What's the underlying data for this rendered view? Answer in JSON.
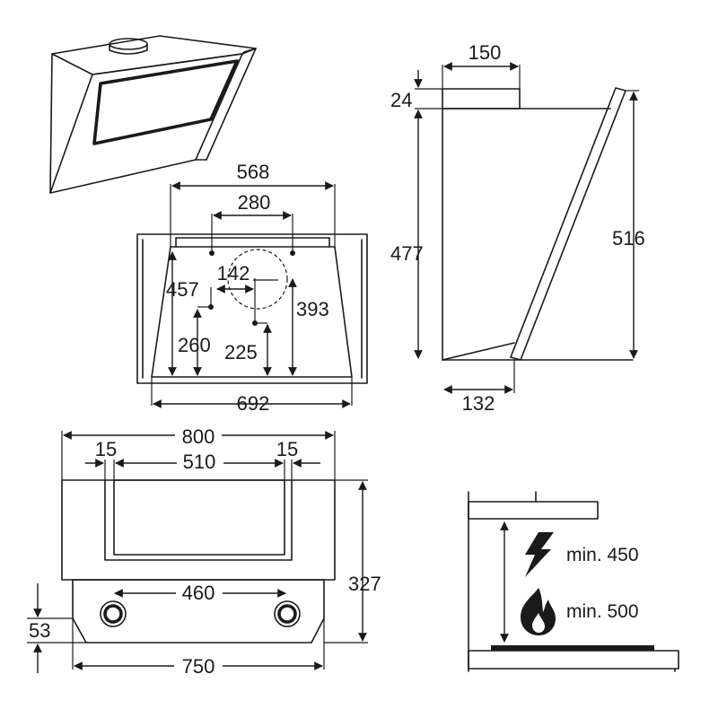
{
  "front_view": {
    "width_top": "568",
    "holes_spacing": "280",
    "height_left": "457",
    "offset_center": "142",
    "height_right": "393",
    "hole_height_left": "260",
    "hole_height_center": "225",
    "width_bottom": "692"
  },
  "side_view": {
    "chimney_width": "150",
    "chimney_height": "24",
    "body_height": "477",
    "total_height": "516",
    "depth_bottom": "132"
  },
  "top_view": {
    "total_width": "800",
    "margin_left": "15",
    "inner_width": "510",
    "margin_right": "15",
    "total_height": "327",
    "lights_spacing": "460",
    "lower_offset": "53",
    "lower_width": "750"
  },
  "installation": {
    "electric_clearance": "min. 450",
    "gas_clearance": "min. 500",
    "icons": [
      "lightning-icon",
      "flame-icon"
    ]
  }
}
